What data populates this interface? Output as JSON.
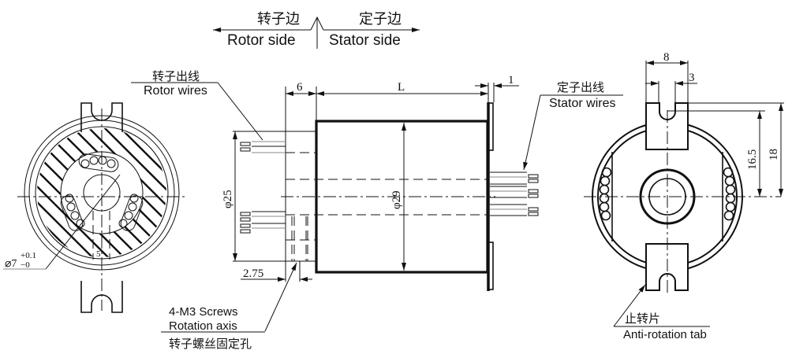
{
  "header": {
    "rotor_side_cn": "转子边",
    "rotor_side_en": "Rotor side",
    "stator_side_cn": "定子边",
    "stator_side_en": "Stator side"
  },
  "labels": {
    "rotor_wires_cn": "转子出线",
    "rotor_wires_en": "Rotor wires",
    "stator_wires_cn": "定子出线",
    "stator_wires_en": "Stator wires",
    "screws_line1": "4-M3 Screws",
    "screws_line2": "Rotation axis",
    "screws_cn": "转子螺丝固定孔",
    "anti_rotation_cn": "止转片",
    "anti_rotation_en": "Anti-rotation tab"
  },
  "dimensions": {
    "flange_length": "6",
    "body_length": "L",
    "tab_thickness": "1",
    "flange_diameter": "φ25",
    "body_diameter": "φ29",
    "screw_offset": "2.75",
    "bore_diameter": "⌀7",
    "bore_tol_upper": "+0.1",
    "bore_tol_lower": "−0",
    "tab_width": "8",
    "slot_width": "3",
    "slot_height": "16.5",
    "tab_height": "18",
    "hole_mark": "5"
  }
}
